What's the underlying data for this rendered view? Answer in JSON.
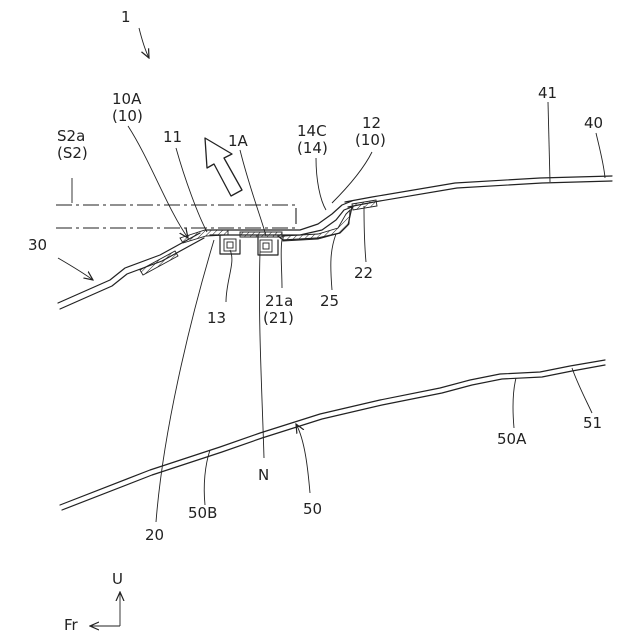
{
  "labels": {
    "l1": "1",
    "l10A": "10A",
    "l10A_paren": "(10)",
    "lS2a": "S2a",
    "lS2a_paren": "(S2)",
    "l11": "11",
    "l1A": "1A",
    "l14C": "14C",
    "l14C_paren": "(14)",
    "l12": "12",
    "l12_paren": "(10)",
    "l41": "41",
    "l40": "40",
    "l30": "30",
    "l13": "13",
    "l21a": "21a",
    "l21a_paren": "(21)",
    "l25": "25",
    "l22": "22",
    "l50A": "50A",
    "l51": "51",
    "lN": "N",
    "l50": "50",
    "l50B": "50B",
    "l20": "20",
    "lU": "U",
    "lFr": "Fr"
  }
}
